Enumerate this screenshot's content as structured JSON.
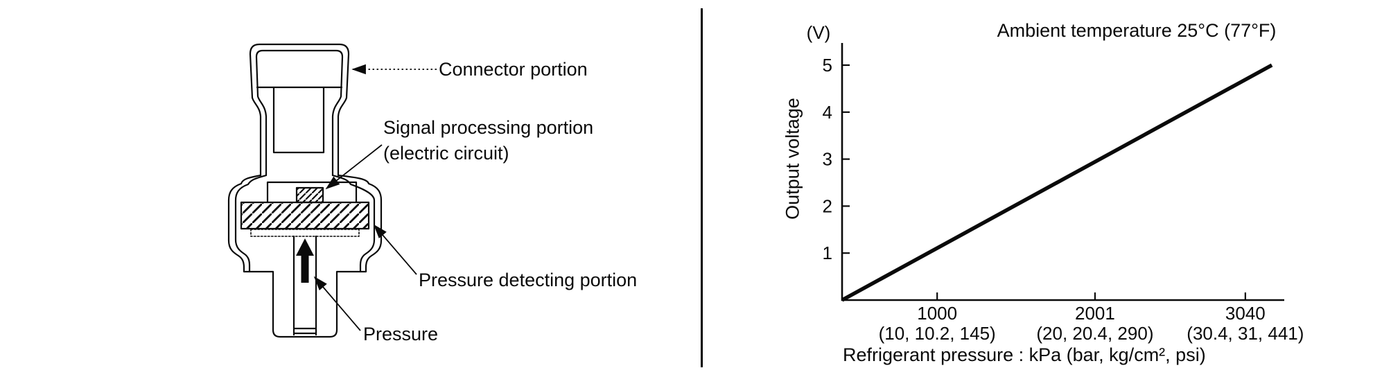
{
  "diagram": {
    "labels": {
      "connector": "Connector portion",
      "signal_processing_line1": "Signal processing portion",
      "signal_processing_line2": "(electric circuit)",
      "pressure_detecting": "Pressure detecting portion",
      "pressure": "Pressure"
    }
  },
  "chart_data": {
    "type": "line",
    "title": "Ambient temperature 25°C (77°F)",
    "y_axis": {
      "unit_label": "(V)",
      "axis_label": "Output voltage",
      "ticks": [
        1,
        2,
        3,
        4,
        5
      ],
      "range": [
        0,
        5.5
      ]
    },
    "x_axis": {
      "axis_label": "Refrigerant pressure : kPa (bar, kg/cm², psi)",
      "ticks": [
        {
          "kpa": 1000,
          "label": "1000",
          "alt_units": "(10, 10.2, 145)",
          "frac": 0.215
        },
        {
          "kpa": 2001,
          "label": "2001",
          "alt_units": "(20, 20.4, 290)",
          "frac": 0.572
        },
        {
          "kpa": 3040,
          "label": "3040",
          "alt_units": "(30.4, 31, 441)",
          "frac": 0.912
        }
      ]
    },
    "series": [
      {
        "name": "output-voltage-vs-pressure",
        "points": [
          {
            "v": 0.0,
            "x_frac": 0.0
          },
          {
            "v": 5.0,
            "x_frac": 0.972
          }
        ]
      }
    ],
    "grid": false,
    "legend": false
  }
}
